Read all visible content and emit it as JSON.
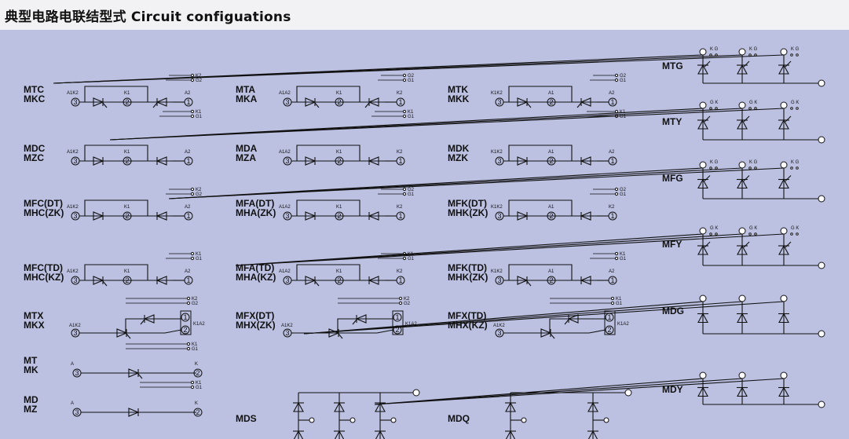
{
  "title": "典型电路电联结型式 Circuit configuations",
  "colors": {
    "panel": "#bcc1e2",
    "header": "#f2f2f4",
    "line": "#111111"
  },
  "modules": [
    {
      "l1": "MTC",
      "l2": "MKC",
      "pins": {
        "a": "A1K2",
        "b": "K1",
        "c": "A2"
      },
      "tags": [
        "K2",
        "G2",
        "K1",
        "G1"
      ]
    },
    {
      "l1": "MTA",
      "l2": "MKA",
      "pins": {
        "a": "A1A2",
        "b": "K1",
        "c": "K2"
      },
      "tags": [
        "G2",
        "G1",
        "K1",
        "G1"
      ]
    },
    {
      "l1": "MTK",
      "l2": "MKK",
      "pins": {
        "a": "K1K2",
        "b": "A1",
        "c": "A2"
      },
      "tags": [
        "G2",
        "G1",
        "K1",
        "G1"
      ]
    },
    {
      "l1": "MDC",
      "l2": "MZC",
      "pins": {
        "a": "A1K2",
        "b": "K1",
        "c": "A2"
      }
    },
    {
      "l1": "MDA",
      "l2": "MZA",
      "pins": {
        "a": "A1A2",
        "b": "K1",
        "c": "K2"
      }
    },
    {
      "l1": "MDK",
      "l2": "MZK",
      "pins": {
        "a": "K1K2",
        "b": "A1",
        "c": "A2"
      }
    },
    {
      "l1": "MFC(DT)",
      "l2": "MHC(ZK)",
      "pins": {
        "a": "A1K2",
        "b": "K1",
        "c": "A2"
      },
      "tags": [
        "K2",
        "G2"
      ]
    },
    {
      "l1": "MFA(DT)",
      "l2": "MHA(ZK)",
      "pins": {
        "a": "A1A2",
        "b": "K1",
        "c": "K2"
      },
      "tags": [
        "G2",
        "G1"
      ]
    },
    {
      "l1": "MFK(DT)",
      "l2": "MHK(ZK)",
      "pins": {
        "a": "K1K2",
        "b": "A1",
        "c": "K2"
      },
      "tags": [
        "G2",
        "G1"
      ]
    },
    {
      "l1": "MFC(TD)",
      "l2": "MHC(KZ)",
      "pins": {
        "a": "A1K2",
        "b": "K1",
        "c": "A2"
      },
      "tags": [
        "K1",
        "G1"
      ]
    },
    {
      "l1": "MFA(TD)",
      "l2": "MHA(KZ)",
      "pins": {
        "a": "A1A2",
        "b": "K1",
        "c": "K2"
      },
      "tags": [
        "K1",
        "G1"
      ]
    },
    {
      "l1": "MFK(TD)",
      "l2": "MHK(ZK)",
      "pins": {
        "a": "K1K2",
        "b": "A1",
        "c": "A2"
      },
      "tags": [
        "K1",
        "G1"
      ]
    },
    {
      "l1": "MTX",
      "l2": "MKX",
      "pins": {
        "a": "A1K2",
        "c": "K1A2"
      },
      "tags": [
        "K2",
        "G2",
        "K1",
        "G1"
      ]
    },
    {
      "l1": "MFX(DT)",
      "l2": "MHX(ZK)",
      "pins": {
        "a": "A1K2",
        "c": "K1A2"
      },
      "tags": [
        "K2",
        "G2"
      ]
    },
    {
      "l1": "MFX(TD)",
      "l2": "MHX(KZ)",
      "pins": {
        "a": "A1K2",
        "c": "K1A2"
      },
      "tags": [
        "K1",
        "G1"
      ]
    },
    {
      "l1": "MT",
      "l2": "MK",
      "pins": {
        "a": "A",
        "c": "K"
      },
      "tags": [
        "K1",
        "G1"
      ]
    },
    {
      "l1": "MD",
      "l2": "MZ",
      "pins": {
        "a": "A",
        "c": "K"
      }
    },
    {
      "l1": "MDS"
    },
    {
      "l1": "MDQ"
    },
    {
      "l1": "MTG",
      "gk": "K G"
    },
    {
      "l1": "MTY",
      "gk": "G K"
    },
    {
      "l1": "MFG",
      "gk": "K G"
    },
    {
      "l1": "MFY",
      "gk": "G K"
    },
    {
      "l1": "MDG"
    },
    {
      "l1": "MDY"
    }
  ]
}
